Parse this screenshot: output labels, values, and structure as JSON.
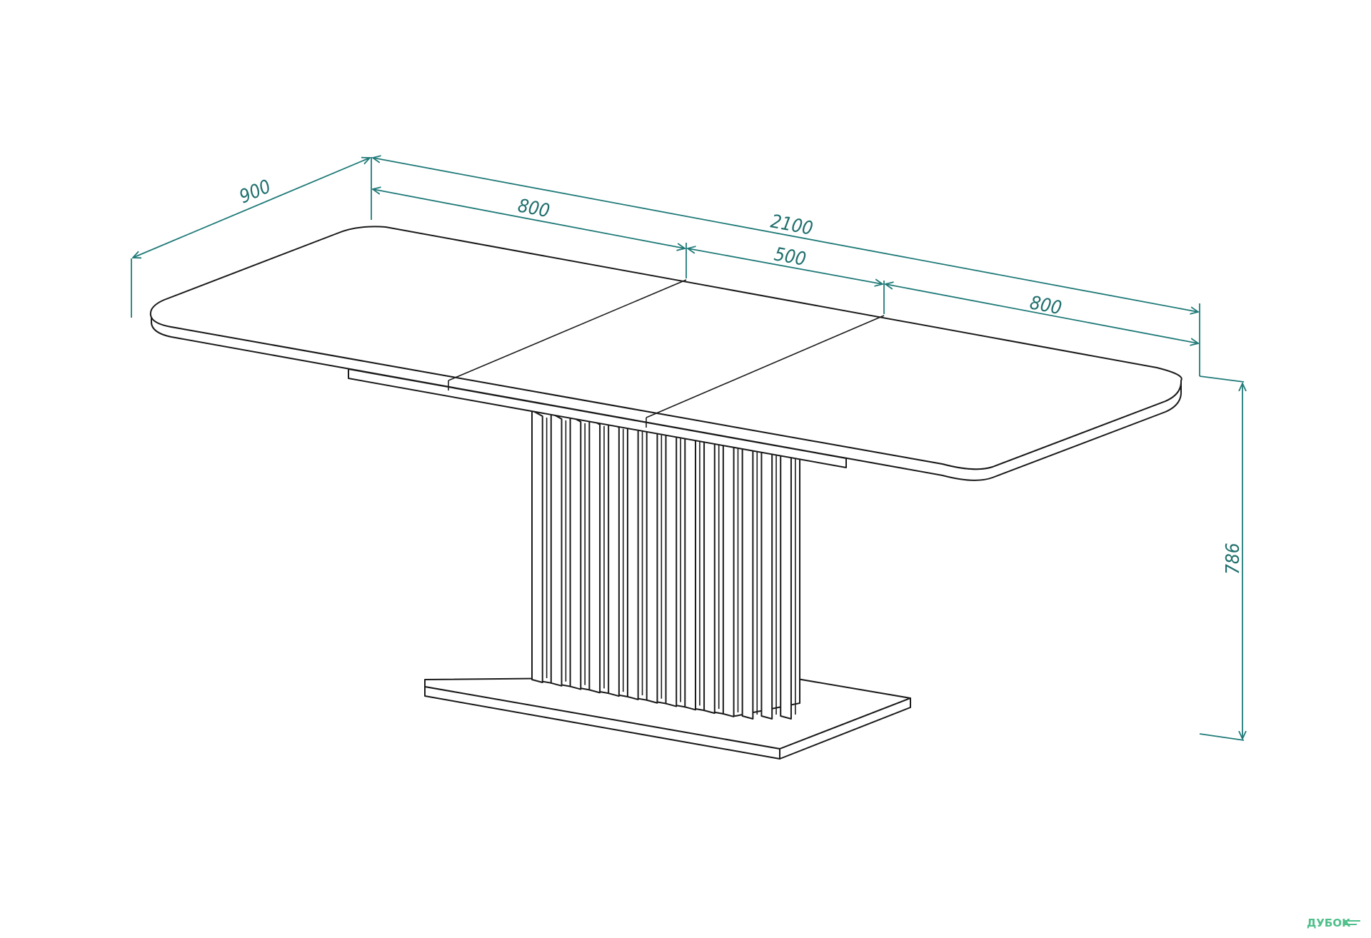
{
  "dimensions": {
    "depth": "900",
    "total_length": "2100",
    "left_leaf": "800",
    "insert": "500",
    "right_leaf": "800",
    "height": "786"
  },
  "watermark": "ДУБОК",
  "colors": {
    "dimension": "#1f7a78",
    "outline": "#1a1a1a",
    "background": "#ffffff",
    "watermark": "#4fbf8a"
  }
}
